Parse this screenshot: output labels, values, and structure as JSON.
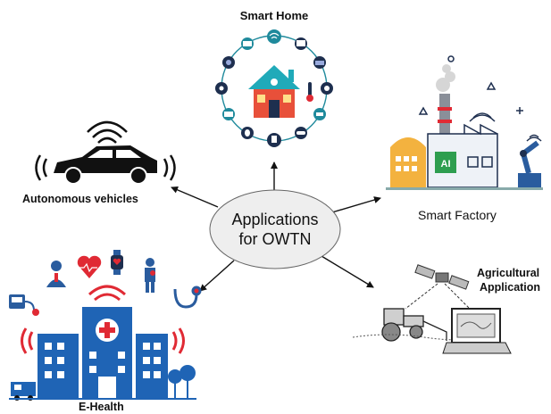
{
  "center": {
    "line1": "Applications",
    "line2": "for OWTN"
  },
  "nodes": {
    "smart_home": "Smart Home",
    "smart_factory": "Smart Factory",
    "autonomous": "Autonomous vehicles",
    "agri_line1": "Agricultural",
    "agri_line2": "Application",
    "ehealth": "E-Health"
  },
  "factory_chip": "AI",
  "colors": {
    "teal": "#1f8a9c",
    "house": "#20aab9",
    "navy": "#1e2f4f",
    "red": "#e02a34",
    "blue": "#2a5c9e",
    "hospital": "#1f64b5",
    "ellipse_fill": "#eeeeee"
  }
}
